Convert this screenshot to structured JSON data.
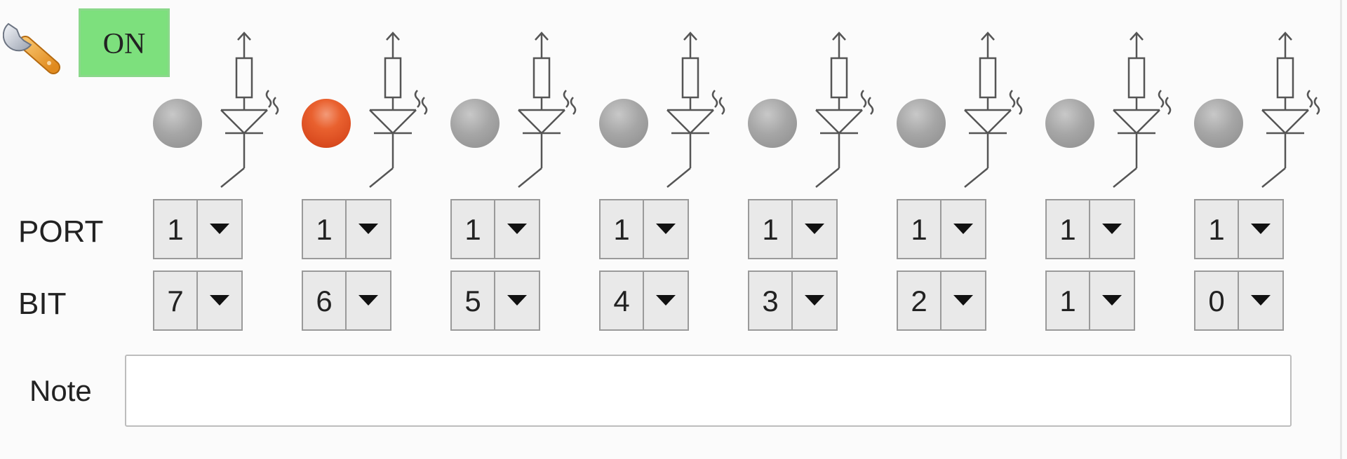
{
  "toolbar": {
    "settings_icon": "wrench-icon",
    "power_label": "ON",
    "power_color": "#7de07d"
  },
  "labels": {
    "port": "PORT",
    "bit": "BIT",
    "note": "Note"
  },
  "channels": [
    {
      "led_state": "off",
      "port": "1",
      "bit": "7"
    },
    {
      "led_state": "on",
      "port": "1",
      "bit": "6"
    },
    {
      "led_state": "off",
      "port": "1",
      "bit": "5"
    },
    {
      "led_state": "off",
      "port": "1",
      "bit": "4"
    },
    {
      "led_state": "off",
      "port": "1",
      "bit": "3"
    },
    {
      "led_state": "off",
      "port": "1",
      "bit": "2"
    },
    {
      "led_state": "off",
      "port": "1",
      "bit": "1"
    },
    {
      "led_state": "off",
      "port": "1",
      "bit": "0"
    }
  ],
  "colors": {
    "led_on": "#e2572a",
    "led_off": "#a6a6a6"
  },
  "note": {
    "value": "",
    "placeholder": ""
  }
}
